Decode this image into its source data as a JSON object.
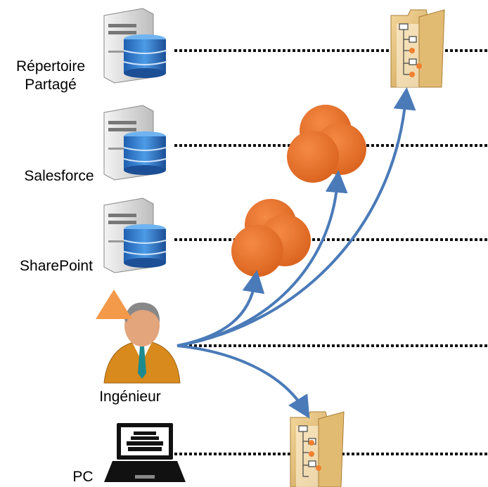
{
  "labels": {
    "shared_directory_line1": "Répertoire",
    "shared_directory_line2": "Partagé",
    "salesforce": "Salesforce",
    "sharepoint": "SharePoint",
    "engineer": "Ingénieur",
    "pc": "PC"
  },
  "colors": {
    "dotted_line": "#111111",
    "arrow": "#4a7ab8",
    "cluster_orange": "#e8712a",
    "warning_triangle": "#f2994a",
    "folder_tan": "#d9b46a",
    "database_blue": "#2f6fc0",
    "server_gray": "#d6d6d6"
  },
  "icons": {
    "server": "server-database-icon",
    "cluster": "orange-circle-cluster-icon",
    "folder": "folder-tree-icon",
    "engineer": "engineer-user-icon",
    "warning": "warning-triangle-icon",
    "laptop": "laptop-icon"
  }
}
